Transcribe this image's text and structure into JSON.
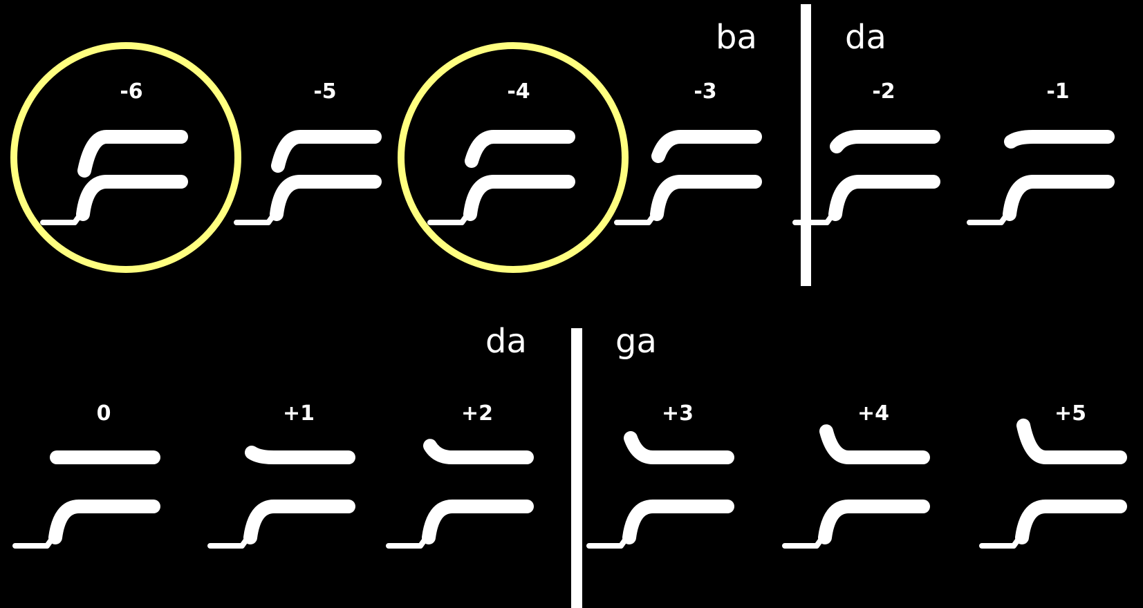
{
  "colors": {
    "background": "#000000",
    "foreground": "#ffffff",
    "highlight": "#ffff80"
  },
  "categories": {
    "ba": "ba",
    "da_top": "da",
    "da_bottom": "da",
    "ga": "ga"
  },
  "rows": [
    {
      "steps": [
        {
          "label": "-6",
          "f3_transition": -0.35,
          "highlighted": true
        },
        {
          "label": "-5",
          "f3_transition": -0.3,
          "highlighted": false
        },
        {
          "label": "-4",
          "f3_transition": -0.25,
          "highlighted": true
        },
        {
          "label": "-3",
          "f3_transition": -0.2,
          "highlighted": false
        },
        {
          "label": "-2",
          "f3_transition": -0.1,
          "highlighted": false
        },
        {
          "label": "-1",
          "f3_transition": -0.05,
          "highlighted": false
        }
      ]
    },
    {
      "steps": [
        {
          "label": "0",
          "f3_transition": 0.0,
          "highlighted": false
        },
        {
          "label": "+1",
          "f3_transition": 0.05,
          "highlighted": false
        },
        {
          "label": "+2",
          "f3_transition": 0.12,
          "highlighted": false
        },
        {
          "label": "+3",
          "f3_transition": 0.2,
          "highlighted": false
        },
        {
          "label": "+4",
          "f3_transition": 0.27,
          "highlighted": false
        },
        {
          "label": "+5",
          "f3_transition": 0.33,
          "highlighted": false
        }
      ]
    }
  ]
}
